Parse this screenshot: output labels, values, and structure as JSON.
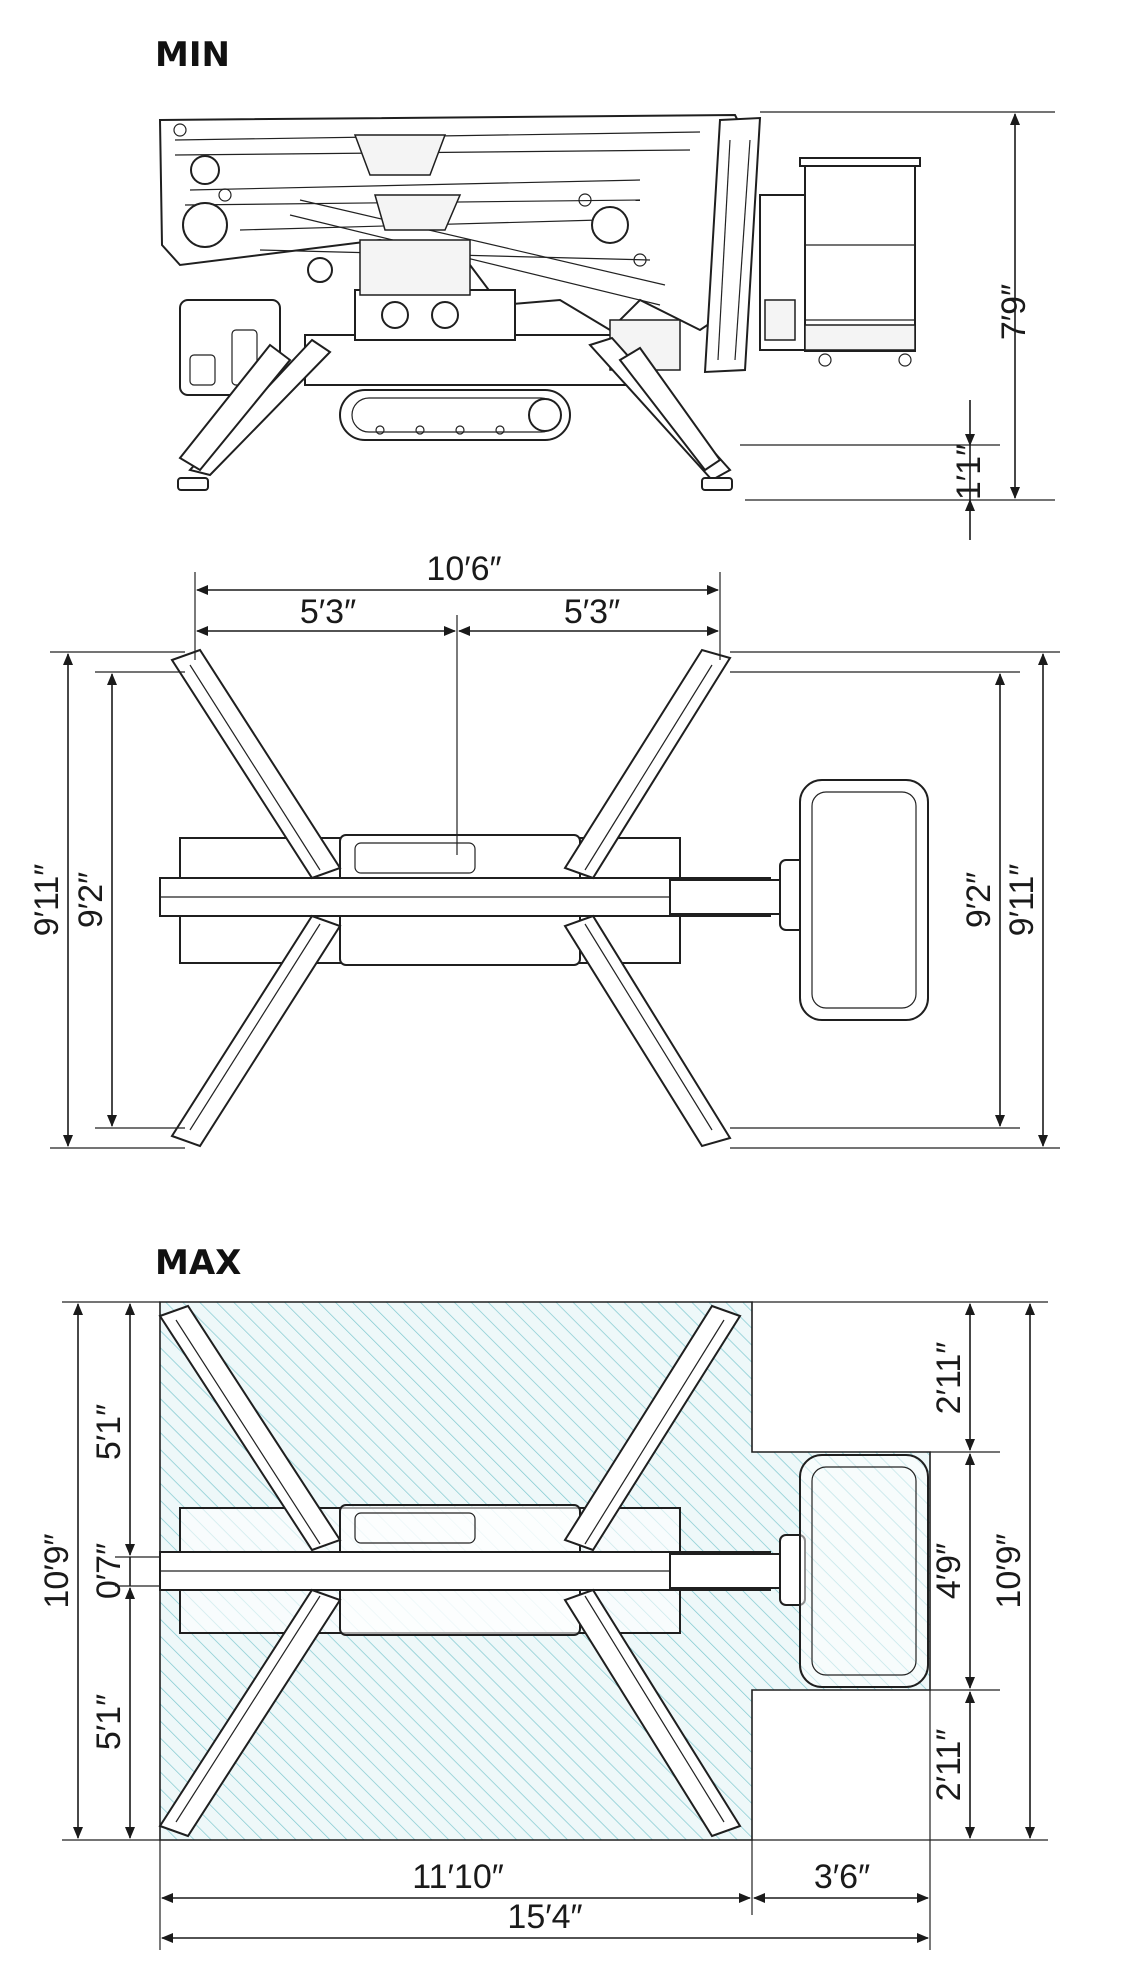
{
  "sections": {
    "min": "MIN",
    "max": "MAX"
  },
  "side_view": {
    "height_total": "7′9″",
    "ground_clearance": "1′1″"
  },
  "top_view_min": {
    "width_total": "10′6″",
    "half_left": "5′3″",
    "half_right": "5′3″",
    "depth_outer_left": "9′11″",
    "depth_inner_left": "9′2″",
    "depth_inner_right": "9′2″",
    "depth_outer_right": "9′11″"
  },
  "top_view_max": {
    "depth_total_left": "10′9″",
    "upper_left": "5′1″",
    "center_left": "0′7″",
    "lower_left": "5′1″",
    "upper_right": "2′11″",
    "basket_right": "4′9″",
    "lower_right": "2′11″",
    "depth_total_right": "10′9″",
    "length_body": "11′10″",
    "length_basket": "3′6″",
    "length_total": "15′4″"
  },
  "colors": {
    "line": "#1a1a1a",
    "hatch": "#7fc8cf"
  }
}
